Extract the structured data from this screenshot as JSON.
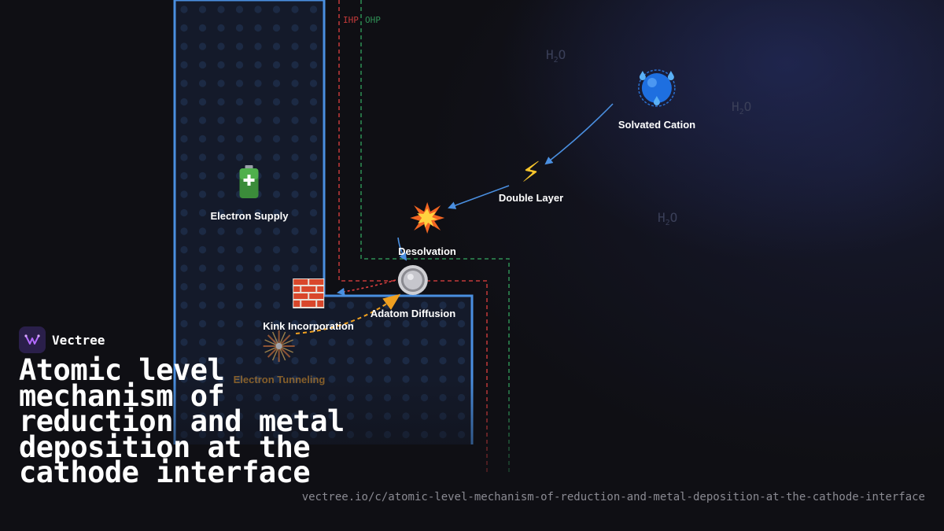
{
  "brand": {
    "name": "Vectree"
  },
  "title": "Atomic level mechanism of reduction and metal deposition at the cathode interface",
  "url": "vectree.io/c/atomic-level-mechanism-of-reduction-and-metal-deposition-at-the-cathode-interface",
  "planes": {
    "ihp": "IHP",
    "ohp": "OHP"
  },
  "water": [
    "H",
    "2",
    "O"
  ],
  "nodes": {
    "solvated_cation": {
      "label": "Solvated Cation",
      "icon": "water-droplet-sphere-icon"
    },
    "double_layer": {
      "label": "Double Layer",
      "icon": "lightning-icon"
    },
    "desolvation": {
      "label": "Desolvation",
      "icon": "collision-icon"
    },
    "adatom_diffusion": {
      "label": "Adatom Diffusion",
      "icon": "atom-disc-icon"
    },
    "kink_incorporation": {
      "label": "Kink Incorporation",
      "icon": "brick-icon"
    },
    "electron_supply": {
      "label": "Electron Supply",
      "icon": "battery-icon"
    },
    "electron_tunneling": {
      "label": "Electron Tunneling",
      "icon": "firework-icon"
    }
  },
  "colors": {
    "electrode": "#4a8fe0",
    "ihp": "#c43a3a",
    "ohp": "#2f8f55",
    "flow_arrow": "#4a8fe0",
    "tunnel_arrow": "#f0a020"
  }
}
